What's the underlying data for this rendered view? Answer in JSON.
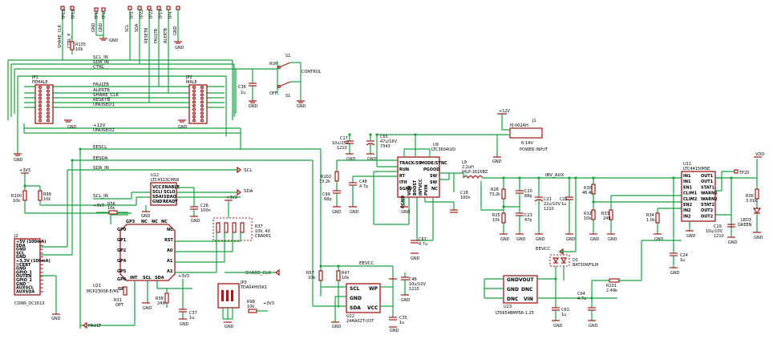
{
  "testpoints": {
    "top_left": [
      "SHARE_CLK",
      "CTRL_P",
      "TP11",
      "TP12"
    ],
    "gnd_pair": [
      "GND",
      "GND",
      "TP1",
      "TP2"
    ],
    "top_mid": [
      "SCL",
      "SDA",
      "RESETB",
      "FAULTB",
      "ALERTB",
      "GND",
      "TP3",
      "TP22",
      "TP21",
      "TP19",
      "TP4"
    ],
    "tp20": "TP20",
    "vdd": "VDD"
  },
  "nets": {
    "scl_in": "SCL_IN",
    "sda_in": "SDA_IN",
    "ctrl": "CTRL",
    "faultb": "FAULTB",
    "alertb": "ALERTB",
    "share_clk": "SHARE_CLK",
    "resetb": "RESETB",
    "unused1": "UNUSED1",
    "plus12v": "+12V",
    "unused2": "UNUSED2",
    "eescl": "EESCL",
    "eesda": "EESDA",
    "scl": "SCL",
    "sda_in2": "SDA_IN",
    "sda": "SDA",
    "scl_in2": "SCL_IN",
    "share_clk2": "SHARE_CLK",
    "eevcc": "EEVCC",
    "eevcc2": "EEVCC",
    "fault": "FAULT",
    "ibv_aux": "IBV_AUX",
    "plus12v_2": "+12V",
    "plus3v3": "+3V3"
  },
  "connectors": {
    "jp1": [
      "JP1",
      "FEMALE"
    ],
    "jp2": [
      "JP2",
      "MALE"
    ],
    "j1": [
      "J1",
      "PJ-002AH",
      "6-14V",
      "POWER INPUT"
    ],
    "j2": [
      "J2",
      "CONN_DC1613"
    ]
  },
  "j2_pins": [
    "+5V (100mA)",
    "SDA",
    "GND",
    "SCL",
    "GND",
    "+3.3V (100mA)",
    "!/CEBT",
    "GND",
    "GPIO_1",
    "OUTEN",
    "GPIO_2",
    "GND",
    "AUXSCL",
    "AUXSDA"
  ],
  "switch": {
    "ref": "S1",
    "ref2": "S1",
    "run": "RUN",
    "off": "OFF",
    "control": "CONTROL"
  },
  "parts": {
    "r135": [
      "R135",
      "10k"
    ],
    "c36": [
      "C36",
      "1u"
    ],
    "r100": [
      "R100",
      "10k"
    ],
    "r99": [
      "R99",
      "10k"
    ],
    "r56": [
      "R56",
      "10k"
    ],
    "r37": [
      "R37",
      "10k, 4X",
      "CRA06S"
    ],
    "c26": [
      "C26",
      "100n"
    ],
    "r38": [
      "R38",
      "249"
    ],
    "c37": [
      "C37",
      "1u"
    ],
    "r31": [
      "R31",
      "OPT"
    ],
    "r98": [
      "R98",
      "10k"
    ],
    "r57": [
      "R57",
      "10k"
    ],
    "r47": [
      "R47",
      "10k"
    ],
    "c46": [
      "C46",
      "10u/10V",
      "1210"
    ],
    "c35": [
      "C35",
      "1u"
    ],
    "c17": [
      "C17",
      "10u/25V",
      "1210"
    ],
    "c65": [
      "C65",
      "47u/16V",
      "7343"
    ],
    "r102": [
      "R102",
      "73.2k"
    ],
    "c99": [
      "C99",
      "68p"
    ],
    "c48": [
      "C48",
      "4.7p"
    ],
    "c18": [
      "C18",
      "100n"
    ],
    "c67": [
      "C67",
      "4.7u"
    ],
    "l9": [
      "L9",
      "2.2uH",
      "IHLP-1616BZ"
    ],
    "r28": [
      "R28",
      "73.2k"
    ],
    "c20": [
      "C20",
      "68p"
    ],
    "r25": [
      "R25",
      "10k"
    ],
    "c23": [
      "C23",
      "47p"
    ],
    "c21": [
      "C21",
      "22u/10V",
      "1210"
    ],
    "c25": [
      "C25",
      "1u"
    ],
    "r30": [
      "R30",
      "46.4k"
    ],
    "r32": [
      "R32",
      "10k"
    ],
    "r33": [
      "R33",
      "249"
    ],
    "r34": [
      "R34",
      "1.0k"
    ],
    "c24": [
      "C24",
      "1u"
    ],
    "c19": [
      "C19",
      "10u/10V",
      "1210"
    ],
    "r36": [
      "R36",
      "3.01k"
    ],
    "led3": [
      "LED3",
      "GREEN"
    ],
    "d1": [
      "D1",
      "BAT30WFILM"
    ],
    "c64": [
      "C64",
      "4.7u"
    ],
    "r101": [
      "R101",
      "2.49k"
    ],
    "c63": [
      "C63",
      "1u"
    ]
  },
  "ics": {
    "u12": {
      "ref": "U12",
      "part": "LTC4313CMS8",
      "pins": [
        "ENABLE",
        "SCLO",
        "SDAO",
        "READY",
        "VCC",
        "SCLI",
        "SDAI",
        "GND"
      ]
    },
    "u21": {
      "ref": "U21",
      "part": "MCP23008-E/ML",
      "pins_left": [
        "GP0",
        "GP1",
        "GP2",
        "GP4",
        "GP5",
        "GP6",
        "GP7"
      ],
      "pins_right": [
        "NC",
        "RST",
        "A0",
        "A1",
        "A2",
        "NC"
      ],
      "pins_top": [
        "GP3",
        "NC",
        "NC",
        "NC"
      ],
      "pins_bottom": [
        "INT",
        "SCL",
        "SDA"
      ]
    },
    "u9": {
      "ref": "U9",
      "part": "LTC3604IUD",
      "pins": [
        "TRACK/SS",
        "RUN",
        "RT",
        "ITH",
        "SGND",
        "MODE/SYNC",
        "PGOOD",
        "SW",
        "SW",
        "NC",
        "VON",
        "BOOST",
        "INTVCC",
        "PVIN",
        "PGND"
      ]
    },
    "u11": {
      "ref": "U11",
      "part": "LTC4415IMSE",
      "pins_left": [
        "IN1",
        "IN1",
        "EN1",
        "CLIM1",
        "CLIM2",
        "EN2",
        "IN2",
        "IN2"
      ],
      "pins_right": [
        "OUT1",
        "OUT1",
        "STAT1",
        "WARN1",
        "WARN2",
        "STAT2",
        "OUT2",
        "OUT2"
      ]
    },
    "u22": {
      "ref": "U22",
      "part": "24AA02T-I/OT",
      "pins": [
        "SCL",
        "GND",
        "SDA",
        "WP",
        "VCC"
      ]
    },
    "u23": {
      "ref": "U23",
      "part": "LT6654BMPS6-1.25",
      "pins": [
        "GND",
        "GND",
        "DNC",
        "VOUT",
        "DNC",
        "VIN"
      ]
    },
    "jp3": {
      "ref": "JP3",
      "part": "TDA04H0SK1"
    }
  },
  "gnd_label": "GND"
}
